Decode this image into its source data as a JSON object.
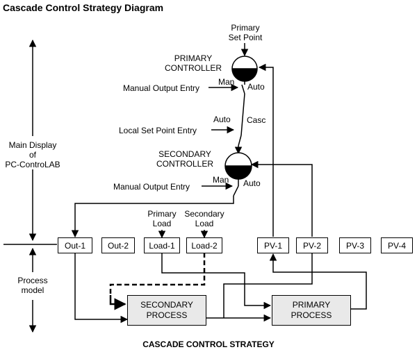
{
  "title": "Cascade Control Strategy Diagram",
  "footer": "CASCADE CONTROL STRATEGY",
  "primary_set_point": [
    "Primary",
    "Set Point"
  ],
  "primary_controller": [
    "PRIMARY",
    "CONTROLLER"
  ],
  "secondary_controller": [
    "SECONDARY",
    "CONTROLLER"
  ],
  "manual_output_entry": "Manual Output Entry",
  "local_set_point_entry": "Local Set Point Entry",
  "switch_labels": {
    "man": "Man",
    "auto": "Auto",
    "casc": "Casc"
  },
  "main_display": [
    "Main Display",
    "of",
    "PC-ControLAB"
  ],
  "process_model": [
    "Process",
    "model"
  ],
  "primary_load": [
    "Primary",
    "Load"
  ],
  "secondary_load": [
    "Secondary",
    "Load"
  ],
  "boxes": {
    "out1": "Out-1",
    "out2": "Out-2",
    "load1": "Load-1",
    "load2": "Load-2",
    "pv1": "PV-1",
    "pv2": "PV-2",
    "pv3": "PV-3",
    "pv4": "PV-4"
  },
  "secondary_process": [
    "SECONDARY",
    "PROCESS"
  ],
  "primary_process": [
    "PRIMARY",
    "PROCESS"
  ]
}
